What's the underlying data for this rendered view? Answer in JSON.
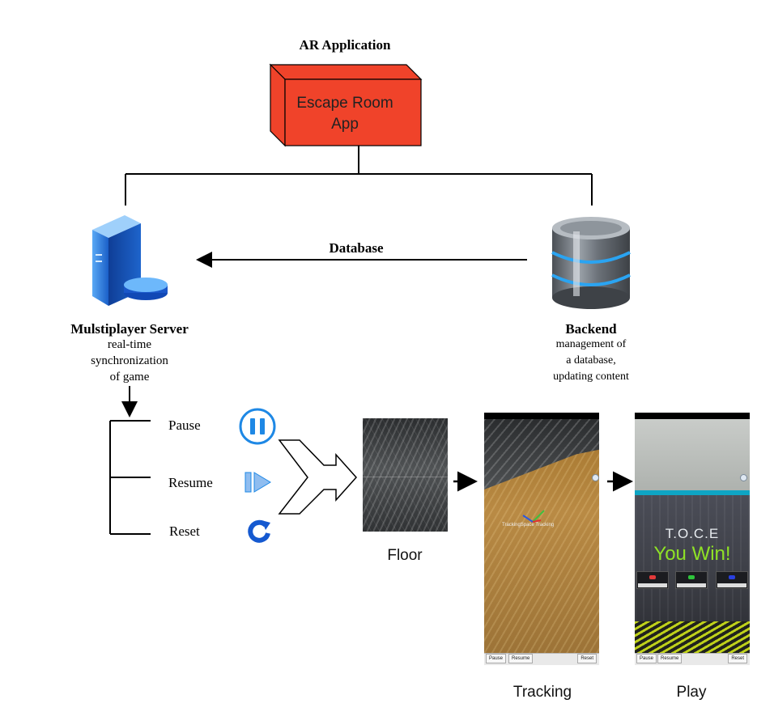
{
  "title": "AR Application",
  "app_box": {
    "label_line1": "Escape Room",
    "label_line2": "App",
    "color": "#f0432a"
  },
  "database_arrow_label": "Database",
  "server": {
    "title": "Mulstiplayer Server",
    "desc_line1": "real-time",
    "desc_line2": "synchronization",
    "desc_line3": "of game"
  },
  "backend": {
    "title": "Backend",
    "desc_line1": "management of",
    "desc_line2": "a database,",
    "desc_line3": "updating content"
  },
  "controls": {
    "pause": "Pause",
    "resume": "Resume",
    "reset": "Reset",
    "icon_color": "#1e88e5"
  },
  "captions": {
    "floor": "Floor",
    "tracking": "Tracking",
    "play": "Play"
  },
  "tracking_screen": {
    "axis_label": "TrackingSpace   Tracking",
    "pause": "Pause",
    "resume": "Resume",
    "reset": "Reset"
  },
  "play_screen": {
    "heading": "T.O.C.E",
    "message": "You Win!",
    "pause": "Pause",
    "resume": "Resume",
    "reset": "Reset"
  }
}
